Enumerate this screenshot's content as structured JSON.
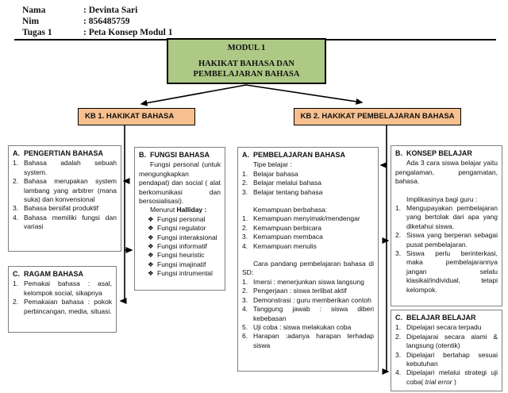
{
  "header": {
    "rows": [
      {
        "label": "Nama",
        "value": ": Devinta Sari"
      },
      {
        "label": "Nim",
        "value": ": 856485759"
      },
      {
        "label": "Tugas 1",
        "value": ": Peta Konsep Modul 1"
      }
    ]
  },
  "modul": {
    "title": "MODUL 1",
    "subtitle_line1": "HAKIKAT BAHASA DAN",
    "subtitle_line2": "PEMBELAJARAN BAHASA"
  },
  "kb1": {
    "label": "KB 1. HAKIKAT BAHASA"
  },
  "kb2": {
    "label": "KB 2. HAKIKAT PEMBELAJARAN BAHASA"
  },
  "glyphs": {
    "bullet": "❖"
  },
  "colors": {
    "modul_bg": "#aec885",
    "kb_bg": "#f7c08e"
  },
  "boxes": {
    "pengertian": {
      "heading_letter": "A.",
      "heading_text": "PENGERTIAN BAHASA",
      "items": [
        "Bahasa adalah sebuah system.",
        "Bahasa merupakan system lambang yang arbitrer (mana suka) dan konvensional",
        "Bahasa bersifat produktif",
        "Bahasa memiliki fungsi dan variasi"
      ]
    },
    "fungsi": {
      "heading_letter": "B.",
      "heading_text": "FUNGSI BAHASA",
      "intro": "Fungsi personal (untuk mengungkapkan pendapat) dan social ( alat berkomunikasi dan bersosialisasi).",
      "menurut": [
        {
          "text": "Menurut "
        },
        {
          "text": "Halliday :",
          "b": true
        }
      ],
      "bullets": [
        "Fungsi personal",
        "Fungsi regulator",
        "Fungsi interaksional",
        "Fungsi informatif",
        "Fungsi heuristic",
        "Fungsi imajinatif",
        "Fungsi intrumental"
      ]
    },
    "ragam": {
      "heading_letter": "C.",
      "heading_text": "RAGAM BAHASA",
      "items": [
        "Pemakai bahasa : asal, kelompok social, sikapnya",
        "Pemakaian bahasa : pokok perbincangan, media, situasi."
      ]
    },
    "pembelajaran": {
      "heading_letter": "A.",
      "heading_text": "PEMBELAJARAN BAHASA",
      "tipe_label": "Tipe belajar :",
      "tipe_items": [
        "Belajar bahasa",
        "Belajar melalui bahasa",
        "Belajar tentang bahasa"
      ],
      "kemampuan_label": "Kemampuan berbahasa:",
      "kemampuan_items": [
        "Kemampuan menyimak/mendengar",
        "Kemampuan berbicara",
        "Kemampuan membaca",
        "Kemampuan menulis"
      ],
      "cara_label": "Cara pandang pembelajaran bahasa di SD:",
      "cara_items": [
        "Imersi : menerjunkan siswa langsung",
        "Pengerjaan : siswa terlibat aktif",
        "Demonstrasi : guru memberikan contoh",
        "Tanggung jawab : siswa diberi kebebasan",
        "Uji coba : siswa melakukan coba",
        "Harapan :adanya harapan terhadap siswa"
      ]
    },
    "konsep": {
      "heading_letter": "B.",
      "heading_text": "KONSEP BELAJAR",
      "intro": "Ada 3 cara siswa belajar yaitu pengalaman, pengamatan, bahasa.",
      "implikasi_label": "Implikasinya bagi guru :",
      "items": [
        "Mengupayakan pembelajaran yang bertolak dari apa yang diketahui siswa.",
        "Siswa yang berperan sebagai pusat pembelajaran.",
        "Siswa perlu berinterkasi, maka pembelajarannya jangan selalu klasikal/individual, tetapi kelompok."
      ]
    },
    "belajar": {
      "heading_letter": "C.",
      "heading_text": "BELAJAR BELAJAR",
      "items": [
        "Dipelajari secara terpadu",
        "Dipelajarai secara alami & langsung (otentik)",
        "Dipelajari bertahap sesuai kebutuhan",
        [
          {
            "text": "Dipelajari melalui strategi uji coba( "
          },
          {
            "text": "trial error",
            "i": true
          },
          {
            "text": " )"
          }
        ]
      ]
    }
  }
}
